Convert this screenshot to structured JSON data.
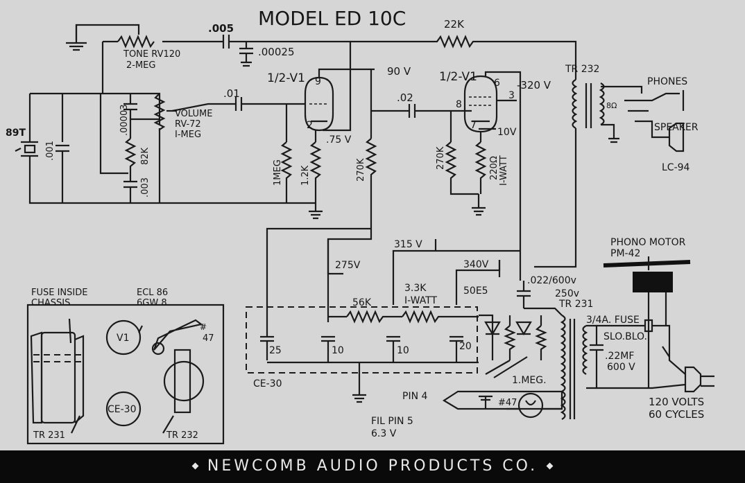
{
  "title": "MODEL ED 10C",
  "footer": "NEWCOMB AUDIO PRODUCTS CO.",
  "labels": {
    "tone": "TONE RV120",
    "tone_value": "2-MEG",
    "cap_005": ".005",
    "cap_00025": ".00025",
    "r_22k": "22K",
    "v1a": "1/2-V1",
    "v1b": "1/2-V1",
    "v_90": "90 V",
    "v_320": "-320 V",
    "tr232": "TR 232",
    "phones": "PHONES",
    "speaker": "SPEAKER",
    "lc94": "LC-94",
    "volume1": "VOLUME",
    "volume2": "RV-72",
    "volume3": "I-MEG",
    "cap_01": ".01",
    "cap_02": ".02",
    "pin9": "9",
    "pin2": "2",
    "pin8": "8",
    "pin6": "6",
    "pin3": "3",
    "pin7": "7",
    "v_75": ".75 V",
    "v_10": "10V",
    "xtal": "89T",
    "cap_001": ".001",
    "cap_00003": ".00003",
    "r_82k": "82K",
    "cap_003": ".003",
    "r_1meg": "1MEG",
    "r_1_2k": "1.2K",
    "r_270k_a": "270K",
    "r_270k_b": "270K",
    "r_220": "220Ω",
    "r_220_w": "I-WATT",
    "v_315": "315 V",
    "v_275": "275V",
    "v_340": "340V",
    "r_56k": "56K",
    "r_33k": "3.3K",
    "r_33k_w": "I-WATT",
    "tube_50e5": "50E5",
    "cap_022": ".022/600v",
    "v_250": "250v",
    "tr231": "TR 231",
    "c25": "25",
    "c10a": "10",
    "c10b": "10",
    "c20": "20",
    "ce30": "CE-30",
    "r_1meg_b": "1.MEG.",
    "fuse1": "3/4A. FUSE",
    "fuse2": "SLO.BLO.",
    "cap_22mf": ".22MF",
    "cap_22mf_v": "600 V",
    "phono1": "PHONO MOTOR",
    "phono2": "PM-42",
    "pin4": "PIN 4",
    "filpin5": "FIL PIN 5",
    "fil_v": "6.3 V",
    "lamp": "#47",
    "lamp2": "#47",
    "volts1": "120 VOLTS",
    "volts2": "60 CYCLES",
    "inset_fuse1": "FUSE INSIDE",
    "inset_fuse2": "CHASSIS",
    "inset_ecl1": "ECL 86",
    "inset_ecl2": "6GW 8",
    "inset_v1": "V1",
    "inset_ce30": "CE-30",
    "inset_tr231": "TR 231",
    "inset_tr232": "TR 232",
    "inset_47": "#",
    "inset_47b": "47",
    "sp_label": "8Ω"
  }
}
